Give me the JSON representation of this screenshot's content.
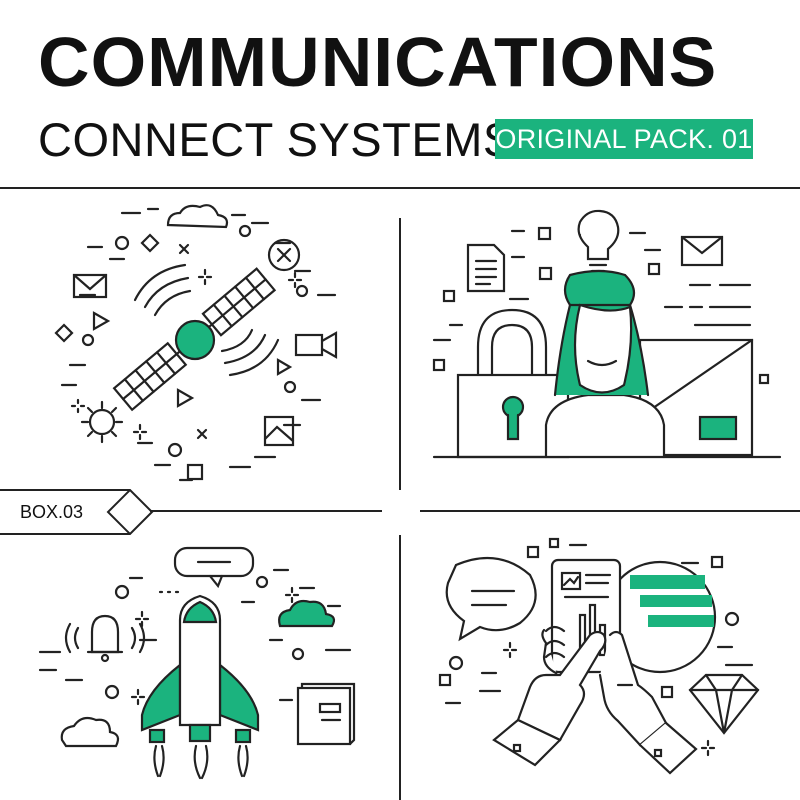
{
  "header": {
    "title": "COMMUNICATIONS",
    "subtitle": "CONNECT SYSTEMS",
    "badge": "ORIGINAL PACK. 01"
  },
  "box_label": "BOX.03",
  "colors": {
    "accent": "#1bb37e",
    "stroke": "#222222",
    "background": "#ffffff"
  },
  "illustrations": [
    {
      "name": "satellite-icon",
      "quadrant": "top-left"
    },
    {
      "name": "woman-security-icon",
      "quadrant": "top-right"
    },
    {
      "name": "rocket-launch-icon",
      "quadrant": "bottom-left"
    },
    {
      "name": "smartphone-analytics-icon",
      "quadrant": "bottom-right"
    }
  ]
}
